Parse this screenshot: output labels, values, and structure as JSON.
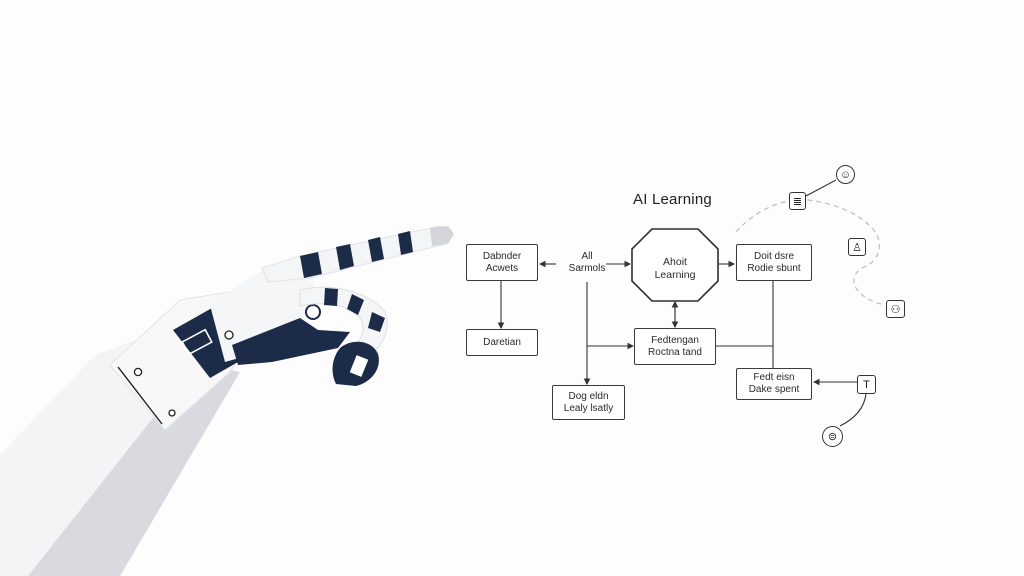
{
  "diagram": {
    "title": "AI Learning",
    "nodes": {
      "top_left": {
        "line1": "Dabnder",
        "line2": "Acwets"
      },
      "top_center_label": {
        "line1": "All",
        "line2": "Sarmols"
      },
      "octagon": {
        "line1": "Ahoit",
        "line2": "Learning"
      },
      "top_right": {
        "line1": "Doit dsre",
        "line2": "Rodie sbunt"
      },
      "mid_left": {
        "line1": "Daretian"
      },
      "mid_center": {
        "line1": "Fedtengan",
        "line2": "Roctna tand"
      },
      "bottom_left": {
        "line1": "Dog eldn",
        "line2": "Lealy lsatly"
      },
      "bottom_right": {
        "line1": "Fedt eisn",
        "line2": "Dake spent"
      }
    },
    "icons": {
      "top_circle": "☺",
      "doc_box": "≣",
      "person_box": "♙",
      "pair_box": "⚇",
      "t_box": "T",
      "bottom_circle": "⊜"
    }
  },
  "colors": {
    "navy": "#1c2b47",
    "arm_gray": "#d9dbdf",
    "arm_white": "#f7f8f9",
    "line": "#3a3a3a",
    "dashed": "#bdbdbd"
  }
}
